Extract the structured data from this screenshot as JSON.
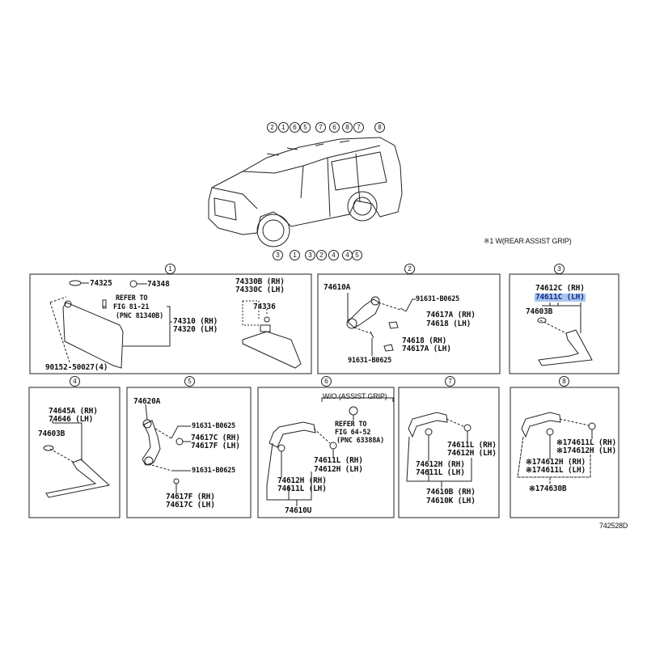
{
  "car_overview": {
    "top_callouts": [
      "2",
      "1",
      "6",
      "5",
      "7",
      "6",
      "8",
      "7",
      "8"
    ],
    "bottom_callouts": [
      "3",
      "1",
      "3",
      "2",
      "4",
      "4",
      "5"
    ],
    "note": "※1 W(REAR ASSIST GRIP)"
  },
  "panels": [
    {
      "id": "1",
      "labels": [
        "74325",
        "74348",
        "REFER TO",
        "FIG 81-21",
        "(PNC 81340B)",
        "74310 (RH)",
        "74320 (LH)",
        "90152-50027(4)",
        "74330B (RH)",
        "74330C (LH)",
        "74336"
      ]
    },
    {
      "id": "2",
      "labels": [
        "74610A",
        "91631-B0625",
        "74617A (RH)",
        "74618 (LH)",
        "74618 (RH)",
        "74617A (LH)",
        "91631-B0625"
      ]
    },
    {
      "id": "3",
      "labels": [
        "74612C (RH)",
        "74611C (LH)",
        "74603B"
      ],
      "highlighted": "74611C (LH)",
      "highlight_color": "#a8c6ee"
    },
    {
      "id": "4",
      "labels": [
        "74645A (RH)",
        "74646 (LH)",
        "74603B"
      ]
    },
    {
      "id": "5",
      "labels": [
        "74620A",
        "91631-B0625",
        "74617C (RH)",
        "74617F (LH)",
        "91631-B0625",
        "74617F (RH)",
        "74617C (LH)"
      ]
    },
    {
      "id": "6",
      "labels": [
        "W/O (ASSIST GRIP)",
        "REFER TO",
        "FIG 64-52",
        "(PNC 63388A)",
        "74611L (RH)",
        "74612H (LH)",
        "74612H (RH)",
        "74611L (LH)",
        "74610U"
      ]
    },
    {
      "id": "7",
      "labels": [
        "74611L (RH)",
        "74612H (LH)",
        "74612H (RH)",
        "74611L (LH)",
        "74610B (RH)",
        "74610K (LH)"
      ]
    },
    {
      "id": "8",
      "labels": [
        "※174611L (RH)",
        "※174612H (LH)",
        "※174612H (RH)",
        "※174611L (LH)",
        "※174630B"
      ]
    }
  ],
  "diagram_code": "742528D"
}
